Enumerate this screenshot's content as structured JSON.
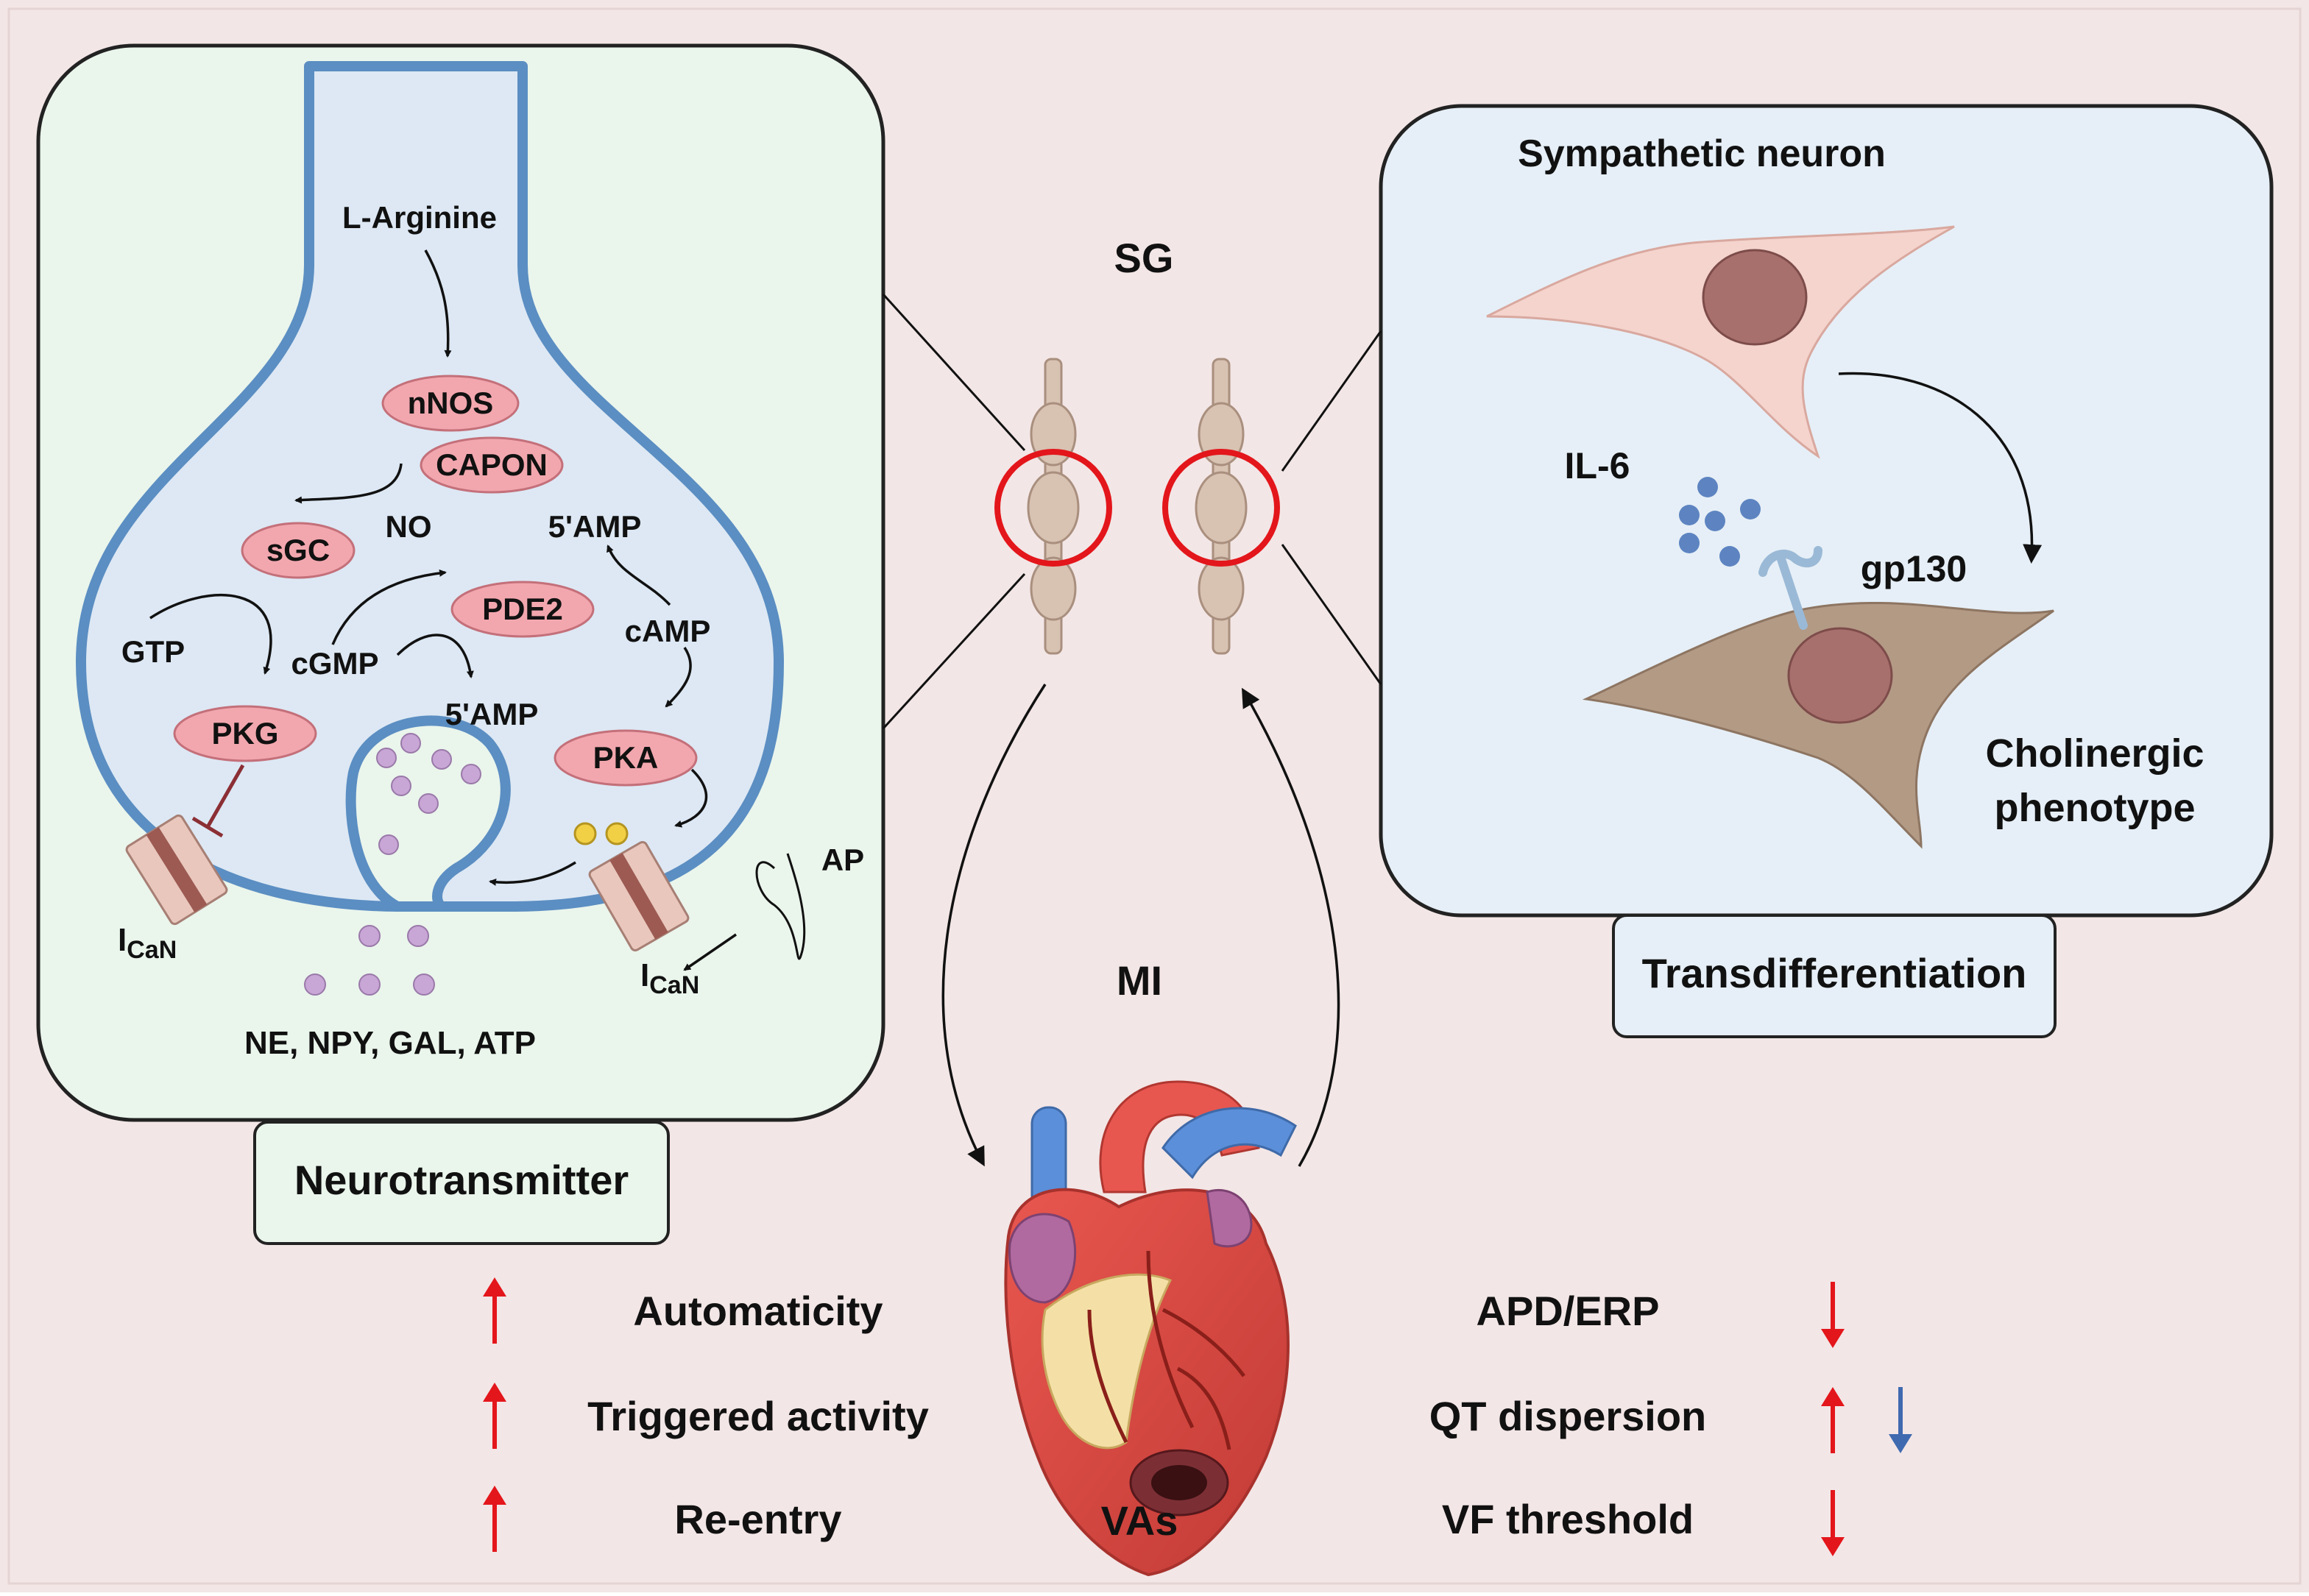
{
  "labels": {
    "sg": "SG",
    "mi": "MI",
    "vas": "VAs",
    "neurotransmitter_box": "Neurotransmitter",
    "transdifferentiation_box": "Transdifferentiation",
    "l_arginine": "L-Arginine",
    "nnos": "nNOS",
    "capon": "CAPON",
    "sgc": "sGC",
    "no": "NO",
    "amp_top": "5'AMP",
    "pde2": "PDE2",
    "gtp": "GTP",
    "cgmp": "cGMP",
    "camp": "cAMP",
    "amp_mid": "5'AMP",
    "pkg": "PKG",
    "pka": "PKA",
    "ap": "AP",
    "ican_left_main": "I",
    "ican_left_sub": "CaN",
    "ican_right_main": "I",
    "ican_right_sub": "CaN",
    "transmitters": "NE, NPY, GAL, ATP",
    "sympathetic_neuron": "Sympathetic neuron",
    "il6": "IL-6",
    "gp130": "gp130",
    "cholinergic_line1": "Cholinergic",
    "cholinergic_line2": "phenotype",
    "automaticity": "Automaticity",
    "triggered_activity": "Triggered activity",
    "reentry": "Re-entry",
    "apd_erp": "APD/ERP",
    "qt_dispersion": "QT dispersion",
    "vf_threshold": "VF threshold"
  },
  "effects": {
    "left": [
      {
        "label_key": "automaticity",
        "direction": "up",
        "color": "#e3161b"
      },
      {
        "label_key": "triggered_activity",
        "direction": "up",
        "color": "#e3161b"
      },
      {
        "label_key": "reentry",
        "direction": "up",
        "color": "#e3161b"
      }
    ],
    "right": [
      {
        "label_key": "apd_erp",
        "direction": "down",
        "color": "#e3161b"
      },
      {
        "label_key": "qt_dispersion",
        "direction": "up",
        "color": "#e3161b",
        "second_direction": "down",
        "second_color": "#3f6ab0"
      },
      {
        "label_key": "vf_threshold",
        "direction": "down",
        "color": "#e3161b"
      }
    ]
  },
  "colors": {
    "background": "#f3e6e6",
    "left_panel": "#eaf5ec",
    "right_panel": "#e6eff7",
    "terminal_fill": "#dde8f4",
    "membrane": "#5b8ec2",
    "enzyme_fill": "#f2a7ae",
    "enzyme_stroke": "#c4707a",
    "vesicle": "#c8a6d6",
    "highlight_ring": "#e3161b",
    "up_arrow": "#e3161b",
    "down_arrow_blue": "#3f6ab0",
    "sympathetic_cell": "#f4d4cd",
    "cholinergic_cell": "#b39a85",
    "il6_dots": "#5d84c1"
  }
}
